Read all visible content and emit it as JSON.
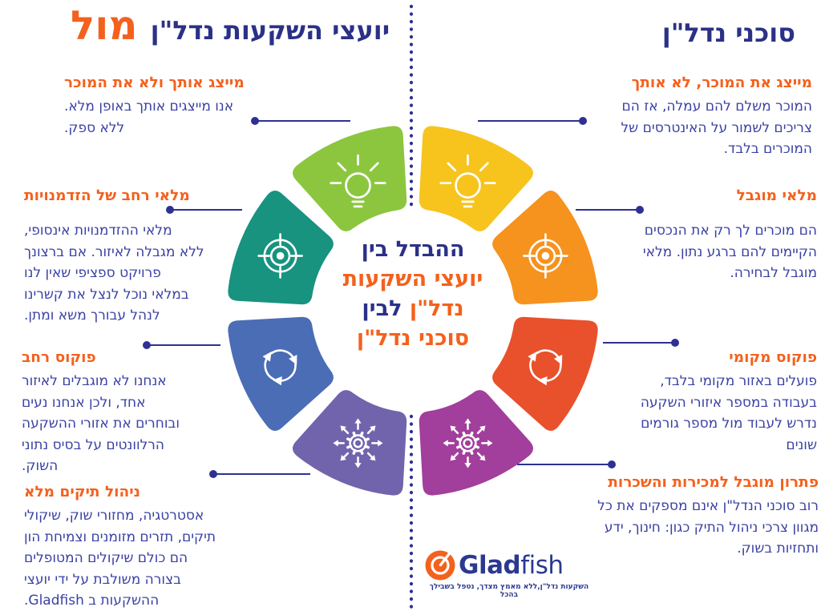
{
  "page_title": {
    "left_vs": "מול",
    "left_title": "יועצי השקעות נדל\"ן",
    "right_title": "סוכני נדל\"ן"
  },
  "center_text": {
    "line1": "ההבדל בין",
    "line2": "יועצי השקעות",
    "line3_part1": "נדל\"ן",
    "line3_part2": "לבין",
    "line4": "סוכני נדל\"ן"
  },
  "left_column": {
    "blocks": [
      {
        "heading": "מייצג אותך ולא את המוכר",
        "body": "אנו מייצגים אותך באופן מלא.\nללא ספק."
      },
      {
        "heading": "מלאי רחב של הזדמנויות",
        "body": "מלאי ההזדמנויות אינסופי,\nללא מגבלה לאיזור. אם ברצונך\nפרויקט ספציפי שאין לנו\nבמלאי נוכל לנצל את קשרינו\nלנהל עבורך משא ומתן."
      },
      {
        "heading": "פוקוס רחב",
        "body": "אנחנו לא מוגבלים לאיזור\nאחד, ולכן אנחנו נעים\nובוחרים את אזורי ההשקעה\nהרלוונטים על בסיס נתוני\nהשוק."
      },
      {
        "heading": "ניהול תיקים מלא",
        "body": "אסטרטגיה, מחזורי שוק, שיקולי\nתיקים, תזרים מזומנים וצמיחת הון\nהם כולם שיקולים המטופלים\nבצורה משולבת על ידי יועצי\nההשקעות ב Gladfish."
      }
    ]
  },
  "right_column": {
    "blocks": [
      {
        "heading": "מייצג את המוכר, לא אותך",
        "body": "המוכר משלם להם עמלה, אז הם\nצריכים לשמור על האינטרסים של\nהמוכרים בלבד."
      },
      {
        "heading": "מלאי מוגבל",
        "body": "הם מוכרים לך רק את הנכסים\nהקיימים להם ברגע נתון. מלאי\nמוגבל לבחירה."
      },
      {
        "heading": "פוקוס מקומי",
        "body": "פועלים באזור מקומי בלבד,\nבעבודה במספר איזורי השקעה\nנדרש לעבוד מול מספר גורמים\nשונים"
      },
      {
        "heading": "פתרון מוגבל למכירות והשכרות",
        "body": "רוב סוכני הנדל\"ן אינם מספקים את כל\nמגוון צרכי ניהול התיק כגון: חינוך, ידע\nותחזיות בשוק."
      }
    ]
  },
  "donut": {
    "segments": [
      {
        "position": "top-right",
        "icon": "lightbulb",
        "color": "#F7C41D"
      },
      {
        "position": "right-upper",
        "icon": "target",
        "color": "#F6921E"
      },
      {
        "position": "right-lower",
        "icon": "cycle",
        "color": "#E8512B"
      },
      {
        "position": "bottom-right",
        "icon": "gear-arrows",
        "color": "#A23E9C"
      },
      {
        "position": "bottom-left",
        "icon": "gear-arrows",
        "color": "#7164AD"
      },
      {
        "position": "left-lower",
        "icon": "cycle",
        "color": "#4A6DB5"
      },
      {
        "position": "left-upper",
        "icon": "target",
        "color": "#17937F"
      },
      {
        "position": "top-left",
        "icon": "lightbulb",
        "color": "#8CC63F"
      }
    ]
  },
  "logo": {
    "brand_bold": "Glad",
    "brand_light": "fish",
    "tagline": "השקעות נדל\"ן,ללא מאמץ מצדך, נטפל בשבילך בהכל"
  },
  "colors": {
    "navy": "#2B3187",
    "body_text": "#3A41A4",
    "accent_orange": "#F4611D",
    "connector": "#2E3192"
  }
}
